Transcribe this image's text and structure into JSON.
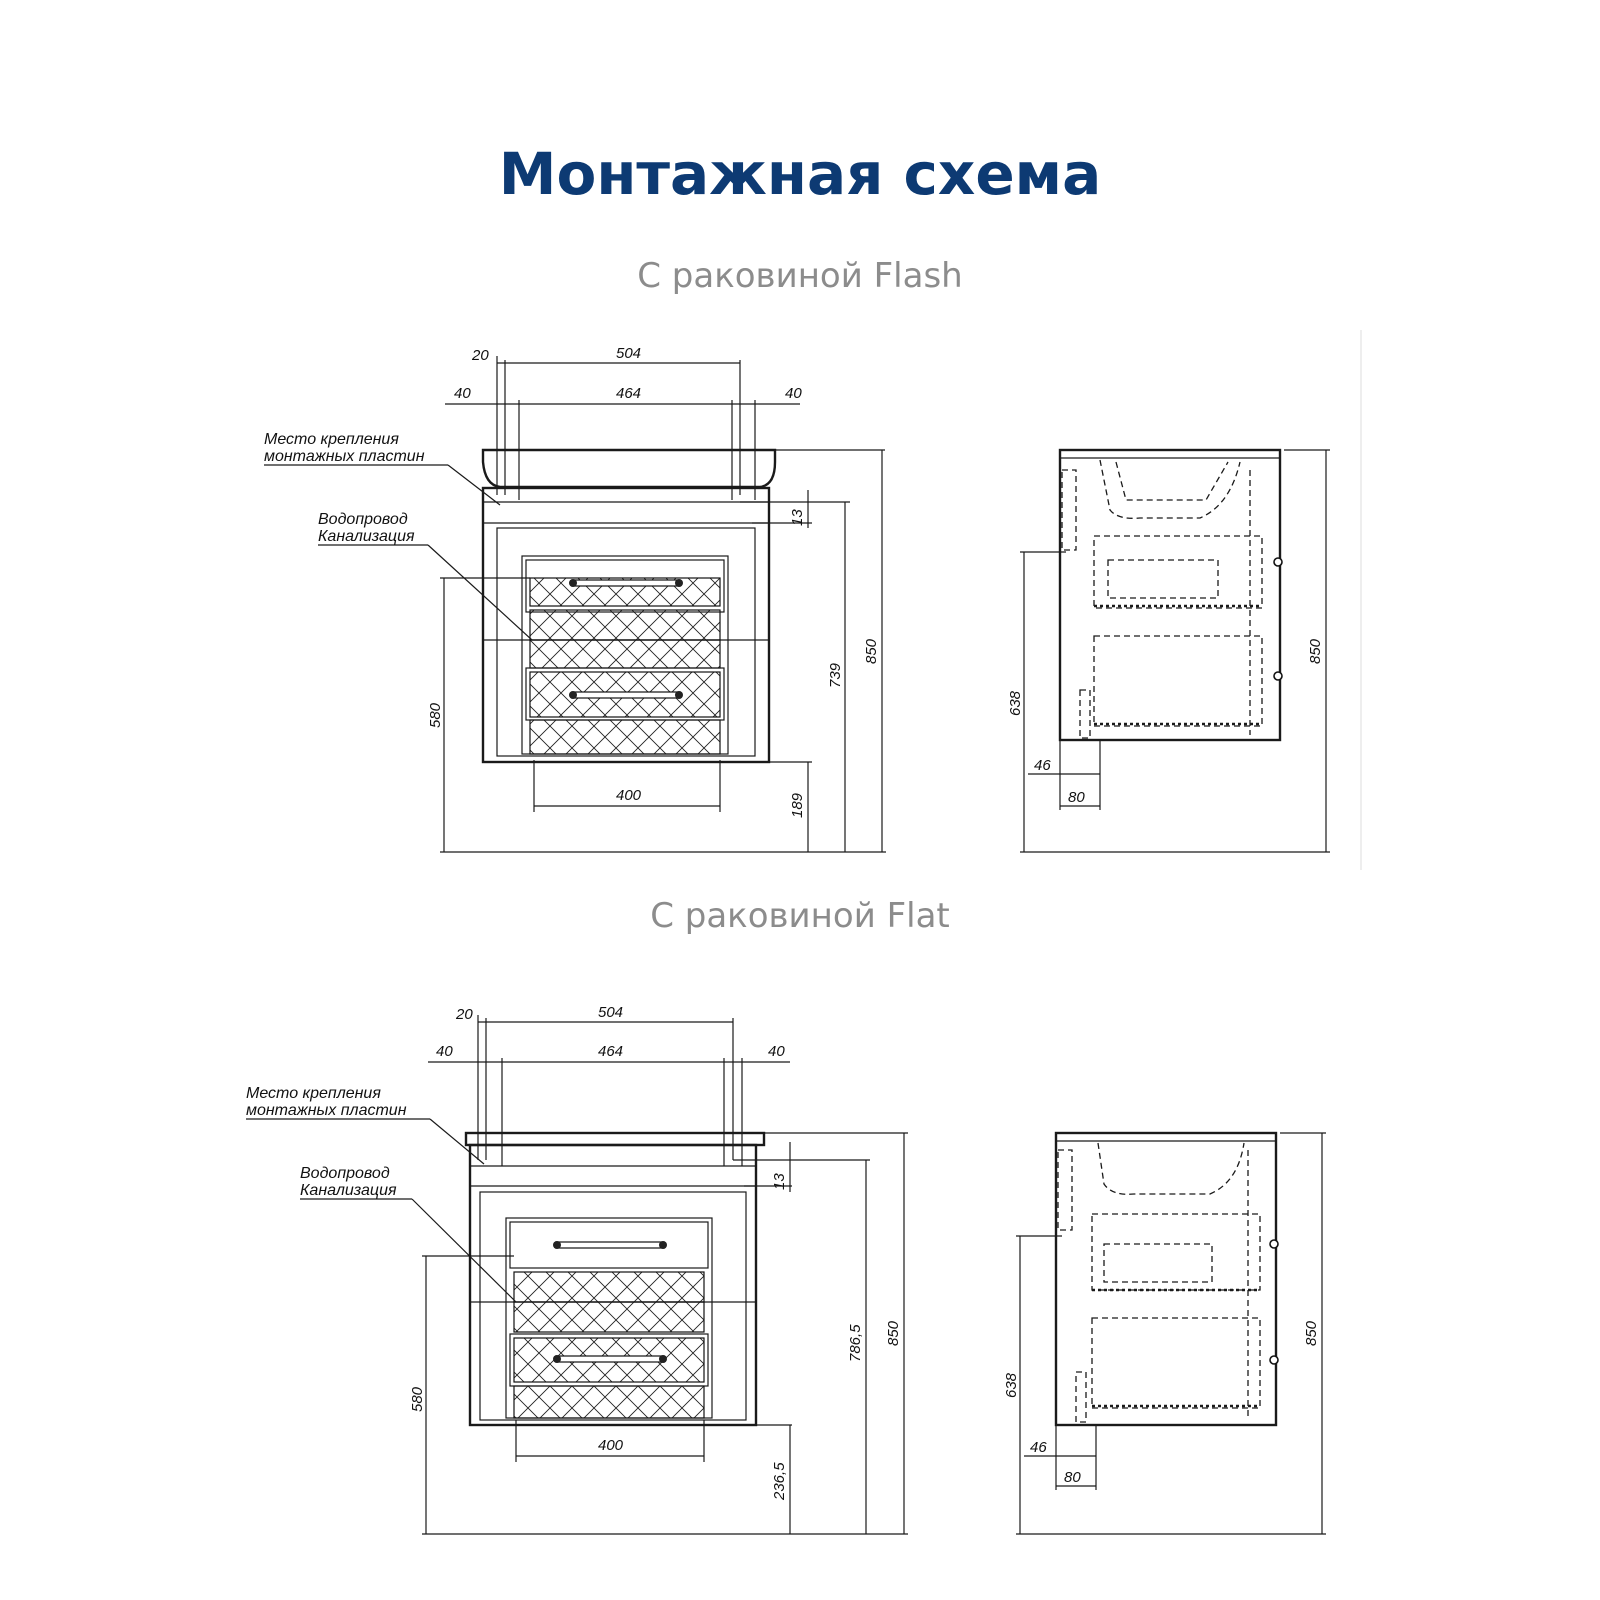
{
  "title": "Монтажная схема",
  "sections": [
    {
      "subtitle": "С раковиной Flash",
      "dims": {
        "top_total": "20",
        "top_width": "504",
        "side_left": "40",
        "inner_width": "464",
        "side_right": "40",
        "gap": "13",
        "height_inner": "739",
        "height_total": "850",
        "pipe_height": "580",
        "drawer_width": "400",
        "bottom": "189"
      },
      "notes": {
        "mount_line1": "Место крепления",
        "mount_line2": "монтажных пластин",
        "pipe_line1": "Водопровод",
        "pipe_line2": "Канализация"
      },
      "side": {
        "height_left": "638",
        "height_right": "850",
        "d1": "46",
        "d2": "80"
      }
    },
    {
      "subtitle": "С раковиной Flat",
      "dims": {
        "top_total": "20",
        "top_width": "504",
        "side_left": "40",
        "inner_width": "464",
        "side_right": "40",
        "gap": "13",
        "height_inner": "786,5",
        "height_total": "850",
        "pipe_height": "580",
        "drawer_width": "400",
        "bottom": "236,5"
      },
      "notes": {
        "mount_line1": "Место крепления",
        "mount_line2": "монтажных пластин",
        "pipe_line1": "Водопровод",
        "pipe_line2": "Канализация"
      },
      "side": {
        "height_left": "638",
        "height_right": "850",
        "d1": "46",
        "d2": "80"
      }
    }
  ]
}
